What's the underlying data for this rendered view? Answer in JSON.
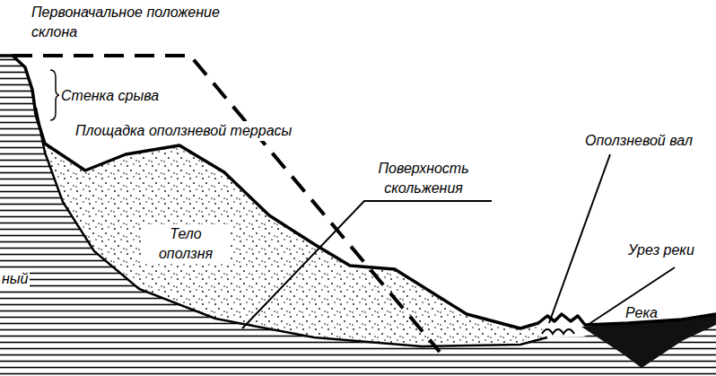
{
  "diagram": {
    "labels": [
      "Первоначальное положение склона",
      "Стенка срыва",
      "Площадка оползневой террасы",
      "Поверхность скольжения",
      "Тело оползня",
      "ный",
      "Оползневой вал",
      "Урез реки",
      "Река"
    ]
  }
}
